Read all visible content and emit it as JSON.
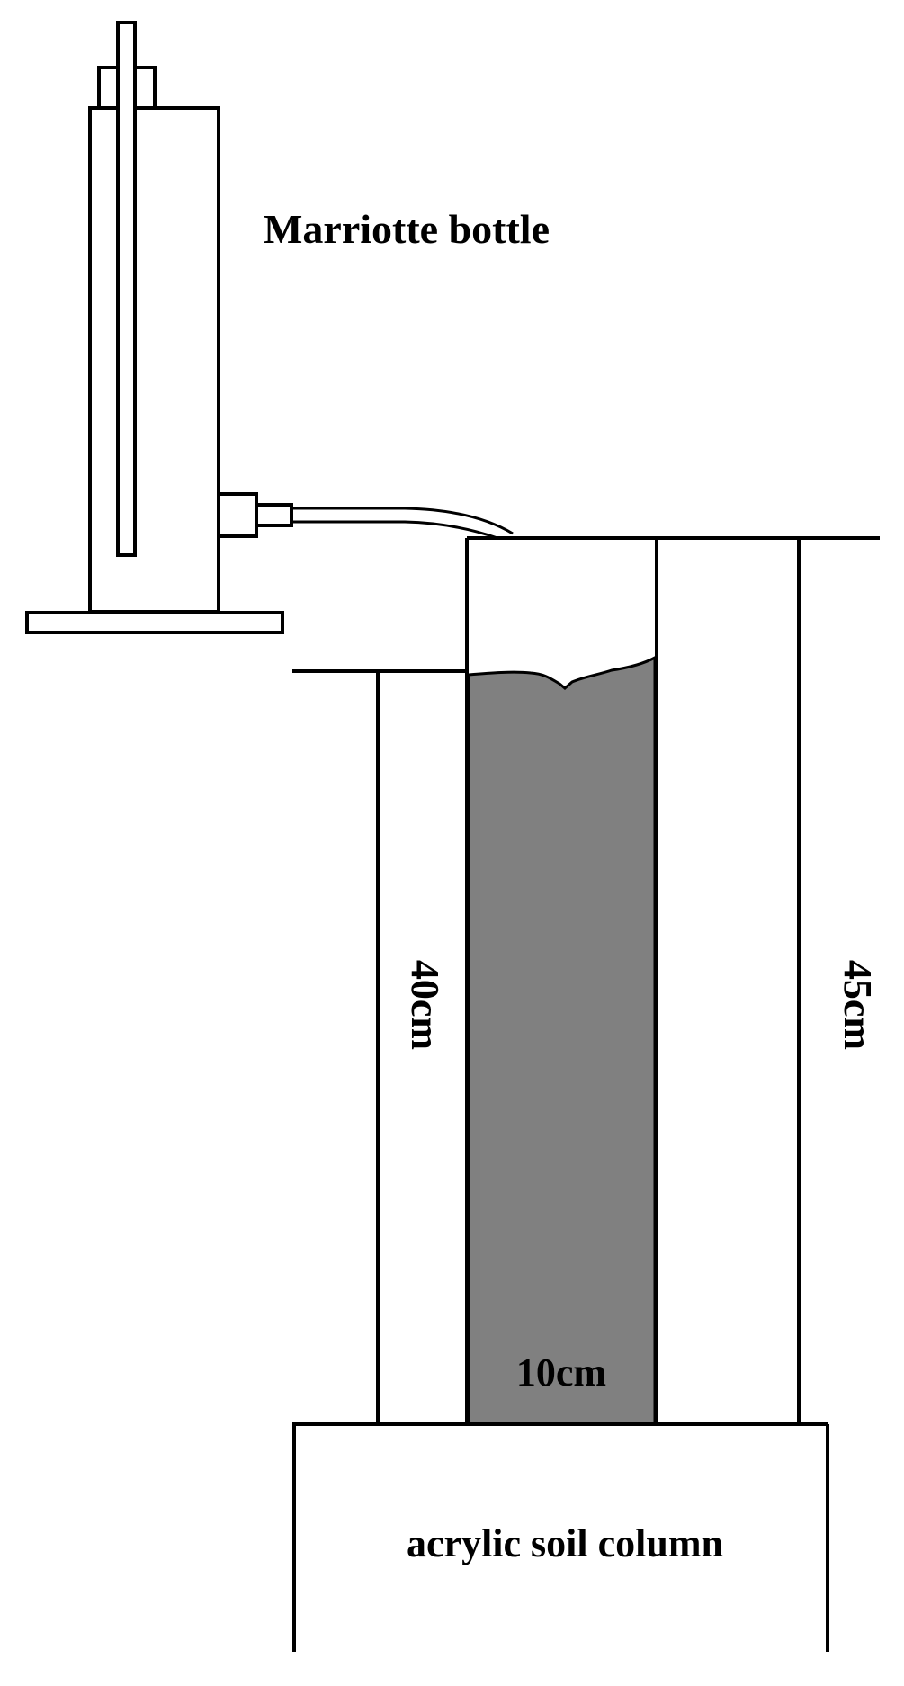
{
  "labels": {
    "bottle": "Marriotte bottle",
    "inner_height": "40cm",
    "outer_height": "45cm",
    "diameter": "10cm",
    "base": "acrylic soil column"
  },
  "colors": {
    "stroke": "#000000",
    "soil_fill": "#808080",
    "background": "#ffffff"
  }
}
